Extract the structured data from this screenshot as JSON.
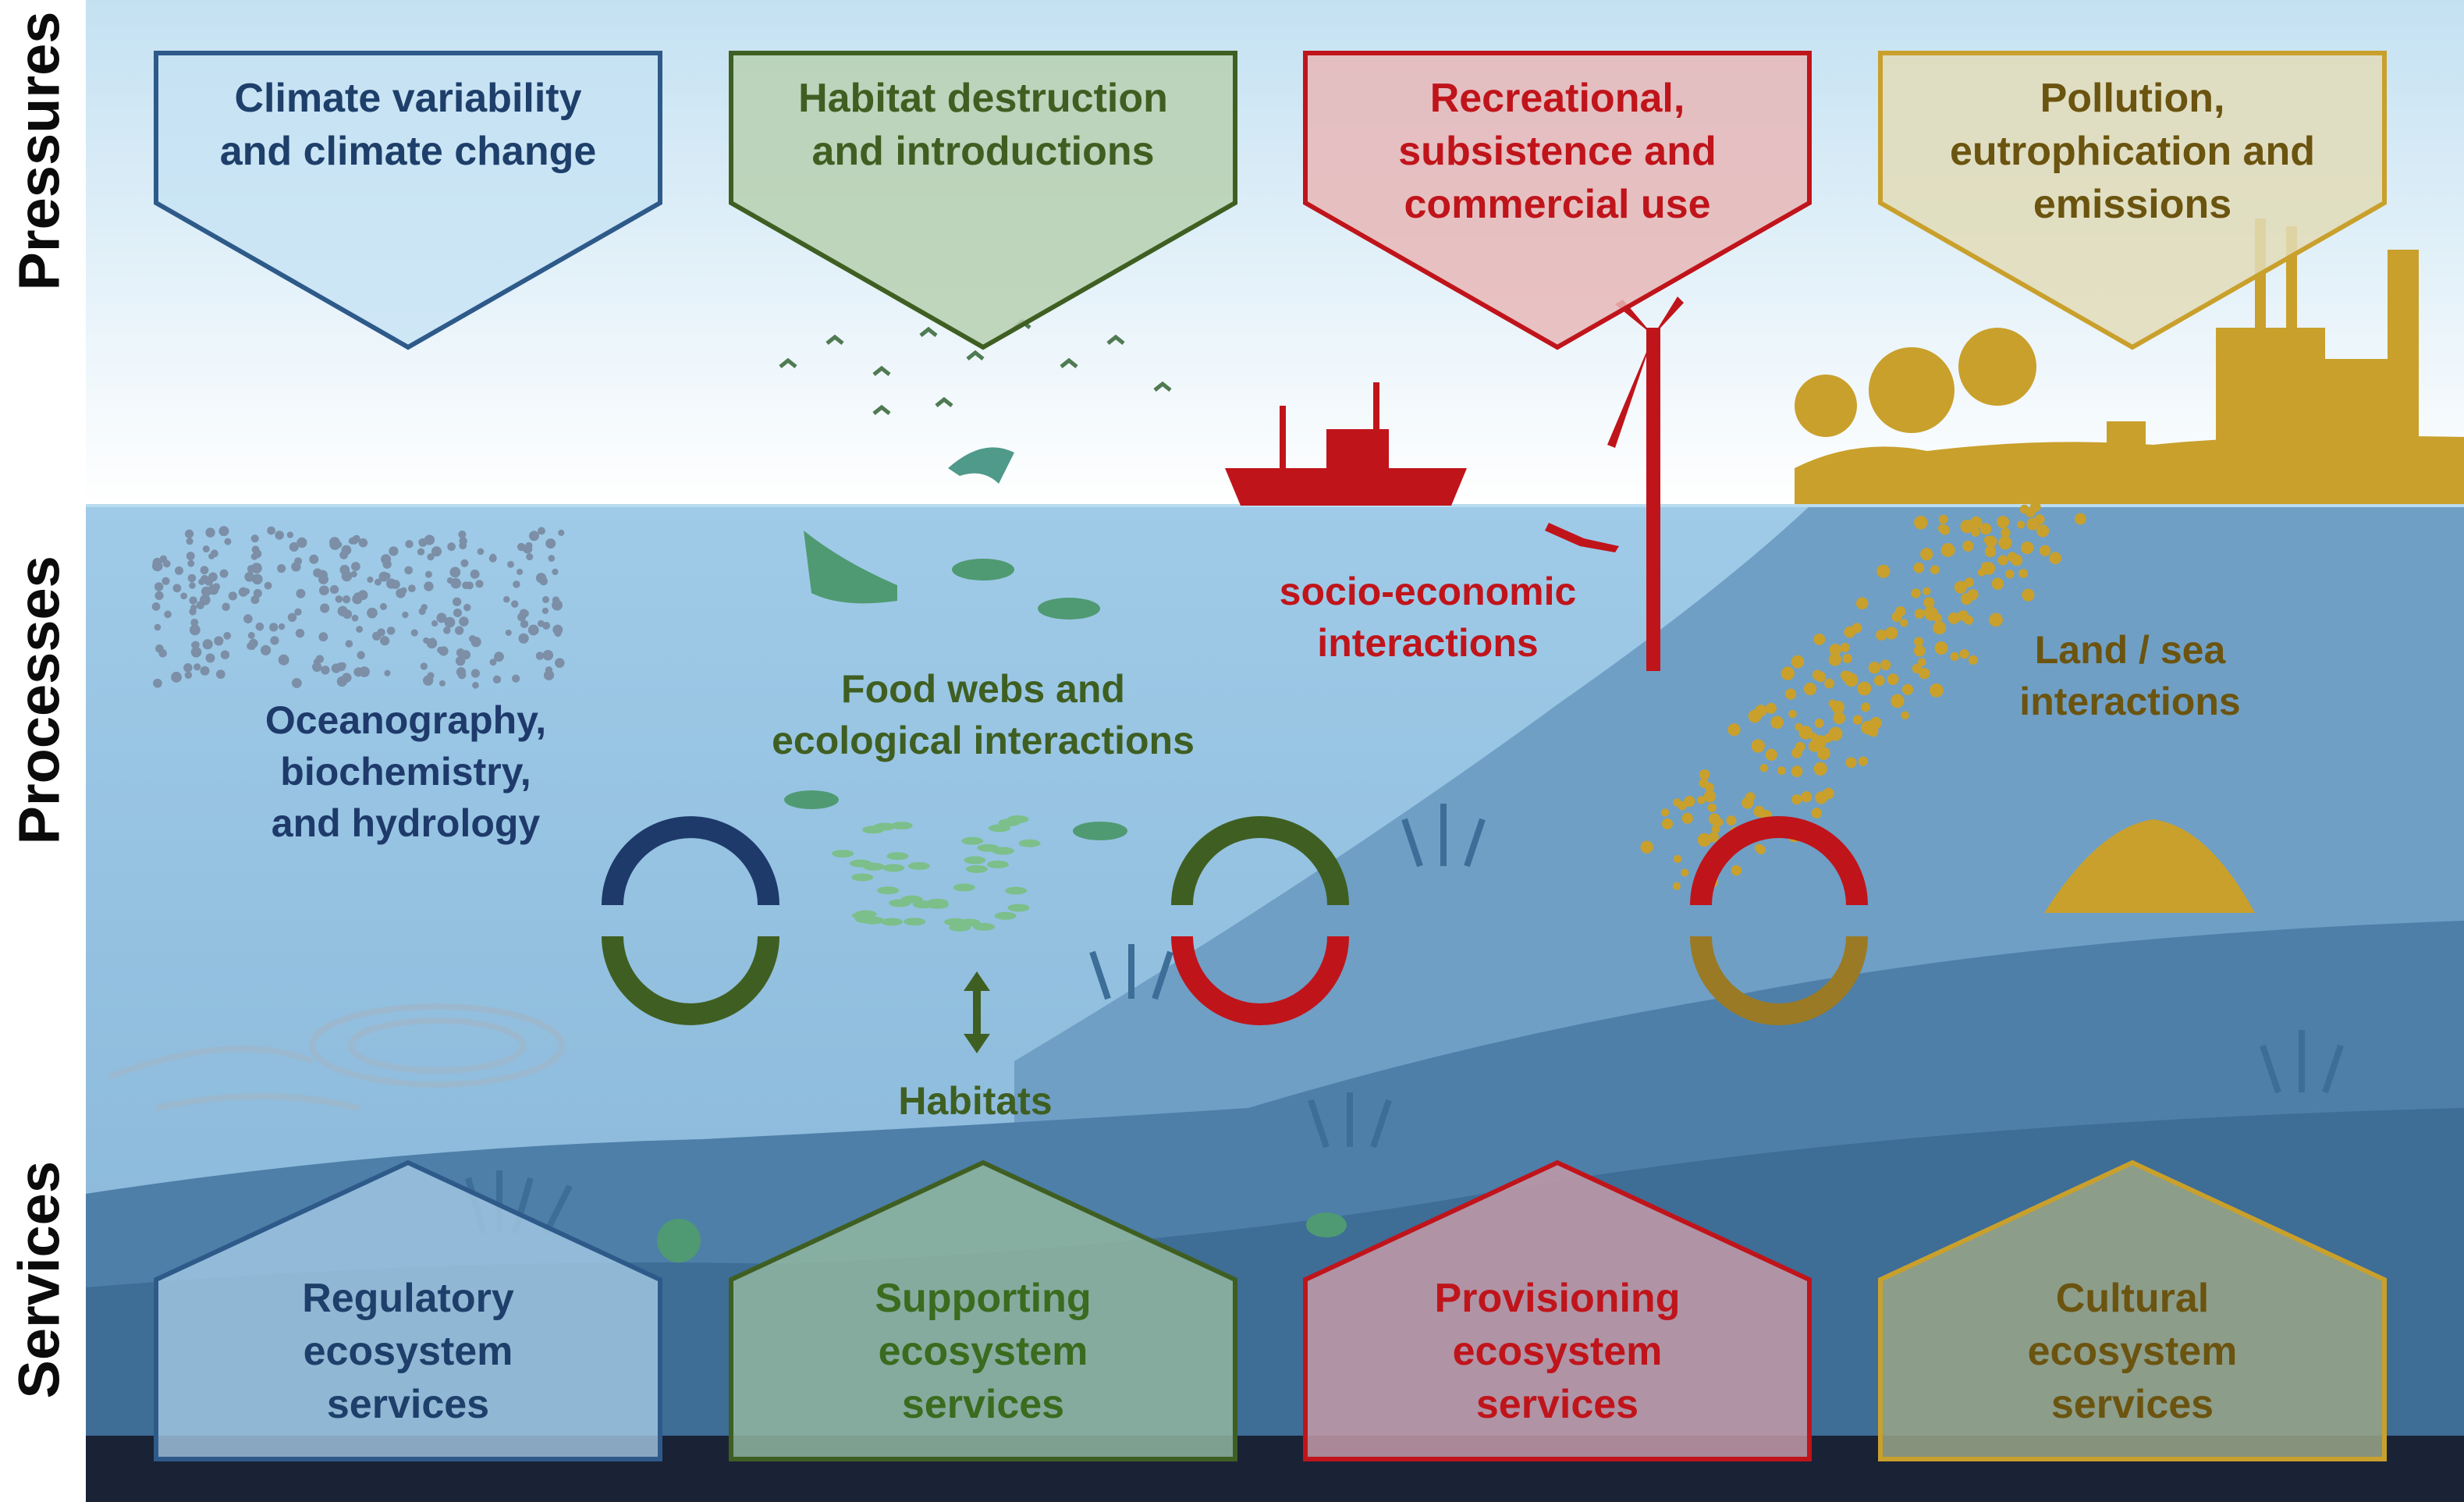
{
  "side_labels": {
    "pressures": "Pressures",
    "processes": "Processes",
    "services": "Services"
  },
  "pressures": [
    {
      "label": "Climate variability\nand climate change",
      "color": "#2e5a8a"
    },
    {
      "label": "Habitat destruction\nand introductions",
      "color": "#3f5f22"
    },
    {
      "label": "Recreational,\nsubsistence and\ncommercial use",
      "color": "#c0141b"
    },
    {
      "label": "Pollution,\neutrophication and\nemissions",
      "color": "#6b5410"
    }
  ],
  "processes": {
    "oceanography": "Oceanography,\nbiochemistry,\nand hydrology",
    "food_webs": "Food webs and\necological interactions",
    "socio_economic": "socio-economic\ninteractions",
    "land_sea": "Land / sea\ninteractions",
    "habitats": "Habitats"
  },
  "services": [
    {
      "label": "Regulatory\necosystem\nservices",
      "color": "#1e3f6a"
    },
    {
      "label": "Supporting\necosystem\nservices",
      "color": "#3a6b1e"
    },
    {
      "label": "Provisioning\necosystem\nservices",
      "color": "#c0141b"
    },
    {
      "label": "Cultural\necosystem\nservices",
      "color": "#6b5410"
    }
  ],
  "colors": {
    "blue": "#2e5a8a",
    "green": "#3f5f22",
    "red": "#c0141b",
    "gold": "#c9a02c",
    "sea": "#7fb0d4",
    "sky": "#dcedf7"
  },
  "icons": [
    "wind-turbine-icon",
    "fishing-boat-icon",
    "dolphin-icon",
    "shark-icon",
    "tuna-icon",
    "factory-icon",
    "tractor-icon",
    "bird-flock-icon",
    "diver-icon",
    "crab-icon",
    "octopus-icon",
    "coral-icon",
    "cycle-arrows-icon",
    "double-arrow-icon"
  ]
}
